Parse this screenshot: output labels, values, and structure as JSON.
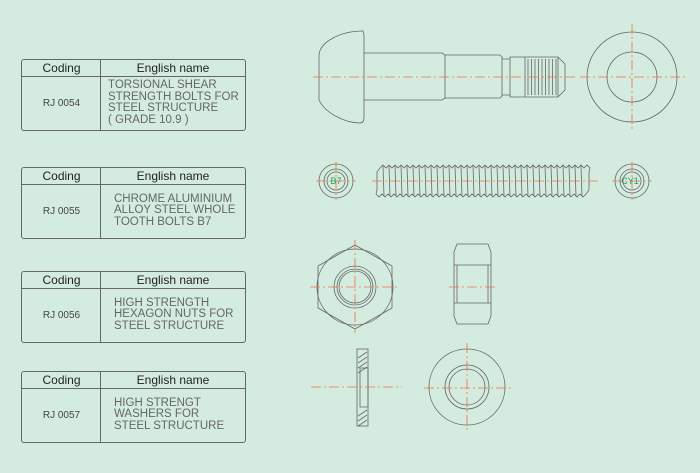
{
  "tables": [
    {
      "coding_header": "Coding",
      "name_header": "English name",
      "code": "RJ 0054",
      "name_lines": [
        "TORSIONAL SHEAR",
        "STRENGTH BOLTS FOR",
        "STEEL STRUCTURE",
        "( GRADE 10.9 )"
      ]
    },
    {
      "coding_header": "Coding",
      "name_header": "English name",
      "code": "RJ 0055",
      "name_lines": [
        "CHROME ALUMINIUM",
        "ALLOY STEEL WHOLE",
        "TOOTH BOLTS B7"
      ]
    },
    {
      "coding_header": "Coding",
      "name_header": "English name",
      "code": "RJ 0056",
      "name_lines": [
        "HIGH STRENGTH",
        "HEXAGON NUTS FOR",
        "STEEL STRUCTURE"
      ]
    },
    {
      "coding_header": "Coding",
      "name_header": "English name",
      "code": "RJ 0057",
      "name_lines": [
        "HIGH STRENGT",
        "WASHERS FOR",
        "STEEL STRUCTURE"
      ]
    }
  ],
  "drawings": {
    "stud_end_mark_left": "B7",
    "stud_end_mark_right": "CY1"
  },
  "colors": {
    "background": "#d4ece0",
    "centerline": "#f07040",
    "outline": "#666666",
    "mark": "#20a060"
  }
}
